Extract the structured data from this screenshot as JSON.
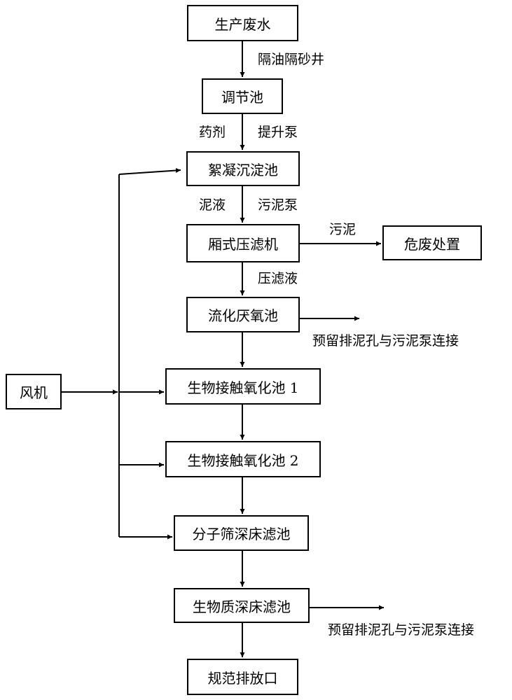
{
  "nodes": {
    "wastewater": "生产废水",
    "regulating_tank": "调节池",
    "flocculation_tank": "絮凝沉淀池",
    "filter_press": "厢式压滤机",
    "hazardous_disposal": "危废处置",
    "anaerobic_tank": "流化厌氧池",
    "bio_oxidation_1": "生物接触氧化池 1",
    "bio_oxidation_2": "生物接触氧化池 2",
    "sieve_filter": "分子筛深床滤池",
    "biomass_filter": "生物质深床滤池",
    "discharge_outlet": "规范排放口",
    "blower": "风机"
  },
  "labels": {
    "oil_sand_well": "隔油隔砂井",
    "chemicals": "药剂",
    "lift_pump": "提升泵",
    "mud_liquid": "泥液",
    "sludge_pump": "污泥泵",
    "sludge": "污泥",
    "filtrate": "压滤液",
    "reserve_hole_1": "预留排泥孔与污泥泵连接",
    "reserve_hole_2": "预留排泥孔与污泥泵连接"
  },
  "edges": [
    {
      "from": "wastewater",
      "to": "regulating_tank",
      "label": "oil_sand_well"
    },
    {
      "from": "regulating_tank",
      "to": "flocculation_tank",
      "label": "lift_pump"
    },
    {
      "from": "flocculation_tank",
      "to": "filter_press",
      "label": "sludge_pump"
    },
    {
      "from": "filter_press",
      "to": "hazardous_disposal",
      "label": "sludge"
    },
    {
      "from": "filter_press",
      "to": "anaerobic_tank",
      "label": "filtrate"
    },
    {
      "from": "anaerobic_tank",
      "to": "bio_oxidation_1"
    },
    {
      "from": "bio_oxidation_1",
      "to": "bio_oxidation_2"
    },
    {
      "from": "bio_oxidation_2",
      "to": "sieve_filter"
    },
    {
      "from": "sieve_filter",
      "to": "biomass_filter"
    },
    {
      "from": "biomass_filter",
      "to": "discharge_outlet"
    },
    {
      "from": "blower",
      "to": "flocculation_tank"
    },
    {
      "from": "blower",
      "to": "bio_oxidation_1"
    },
    {
      "from": "blower",
      "to": "bio_oxidation_2"
    },
    {
      "from": "blower",
      "to": "sieve_filter"
    }
  ]
}
